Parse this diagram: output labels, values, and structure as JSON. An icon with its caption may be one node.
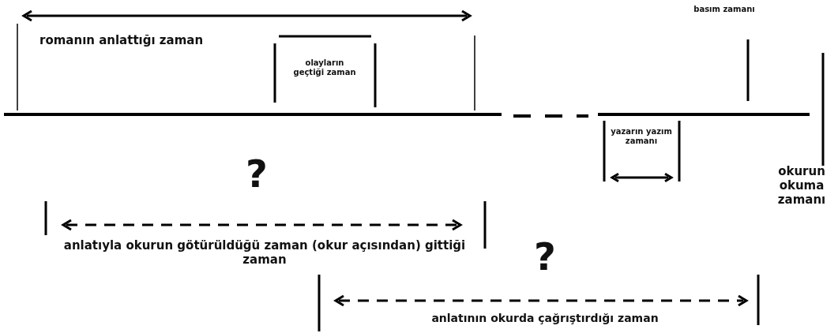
{
  "diagram": {
    "labels": [
      "basım zamanı",
      "romanın anlattığı zaman",
      "olayların geçtiği zaman",
      "yazarın yazım zamanı",
      "?",
      "okurun okuma zamanı",
      "anlatıyla okurun götürüldüğü zaman (okur açısından) gittiği zaman",
      "?",
      "anlatının okurda çağrıştırdığı zaman"
    ]
  }
}
